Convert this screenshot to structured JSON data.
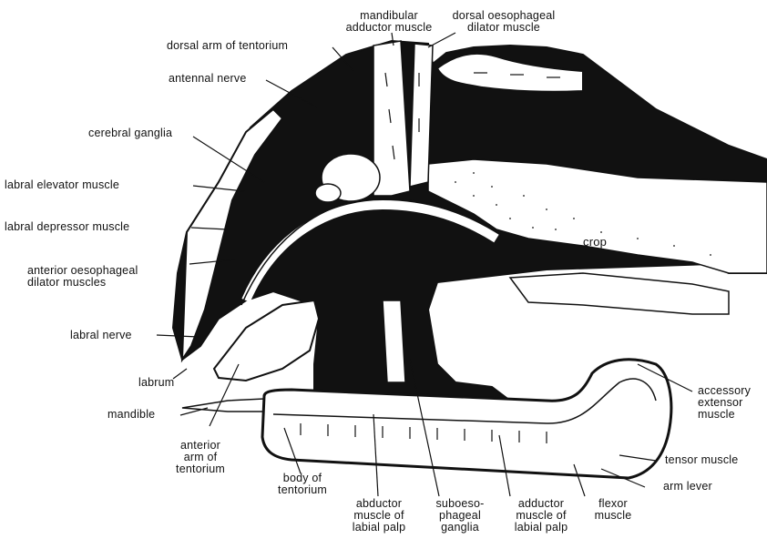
{
  "figure": {
    "labels": {
      "mandibular_adductor_muscle": "mandibular\nadductor muscle",
      "dorsal_oesophageal_dilator_muscle": "dorsal oesophageal\ndilator muscle",
      "dorsal_arm_of_tentorium": "dorsal arm of tentorium",
      "antennal_nerve": "antennal nerve",
      "cerebral_ganglia": "cerebral ganglia",
      "labral_elevator_muscle": "labral elevator muscle",
      "labral_depressor_muscle": "labral depressor muscle",
      "anterior_oesophageal_dilator_muscles": "anterior oesophageal\ndilator muscles",
      "labral_nerve": "labral nerve",
      "labrum": "labrum",
      "mandible": "mandible",
      "anterior_arm_of_tentorium": "anterior\narm of\ntentorium",
      "body_of_tentorium": "body of\ntentorium",
      "abductor_muscle_of_labial_palp": "abductor\nmuscle of\nlabial palp",
      "suboesophageal_ganglia": "suboeso-\nphageal\nganglia",
      "adductor_muscle_of_labial_palp": "adductor\nmuscle of\nlabial palp",
      "flexor_muscle": "flexor\nmuscle",
      "arm_lever": "arm lever",
      "tensor_muscle": "tensor muscle",
      "accessory_extensor_muscle": "accessory\nextensor\nmuscle",
      "crop": "crop"
    },
    "colors": {
      "ink": "#111111",
      "paper": "#ffffff",
      "stipple": "#f4f1ea"
    }
  }
}
